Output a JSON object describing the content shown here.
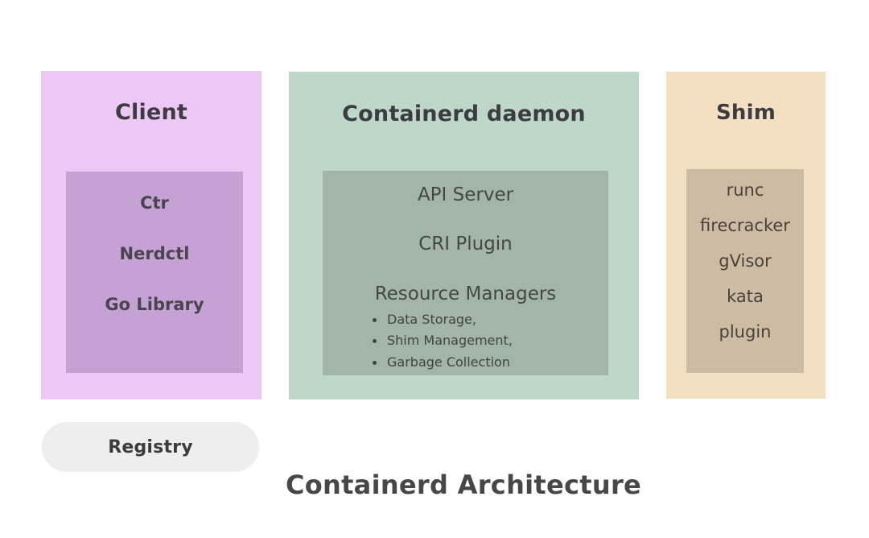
{
  "diagram": {
    "title": "Containerd Architecture",
    "background_color": "#ffffff"
  },
  "panels": [
    {
      "id": "client",
      "heading": "Client",
      "color": "#edc8f5",
      "inner_color": "#c5a1d4",
      "items": [
        "Ctr",
        "Nerdctl",
        "Go Library"
      ]
    },
    {
      "id": "containerd-daemon",
      "heading": "Containerd daemon",
      "color": "#bdd7c8",
      "inner_color": "#a3b4a9",
      "lines": [
        "API Server",
        "CRI Plugin"
      ],
      "section_title": "Resource Managers",
      "bullets": [
        "Data Storage,",
        "Shim Management,",
        "Garbage Collection"
      ]
    },
    {
      "id": "shim",
      "heading": "Shim",
      "color": "#f4dfc2",
      "inner_color": "#cdbba3",
      "items": [
        "runc",
        "firecracker",
        "gVisor",
        "kata",
        "plugin"
      ]
    }
  ],
  "registry": {
    "label": "Registry",
    "color": "#eeeeef"
  }
}
